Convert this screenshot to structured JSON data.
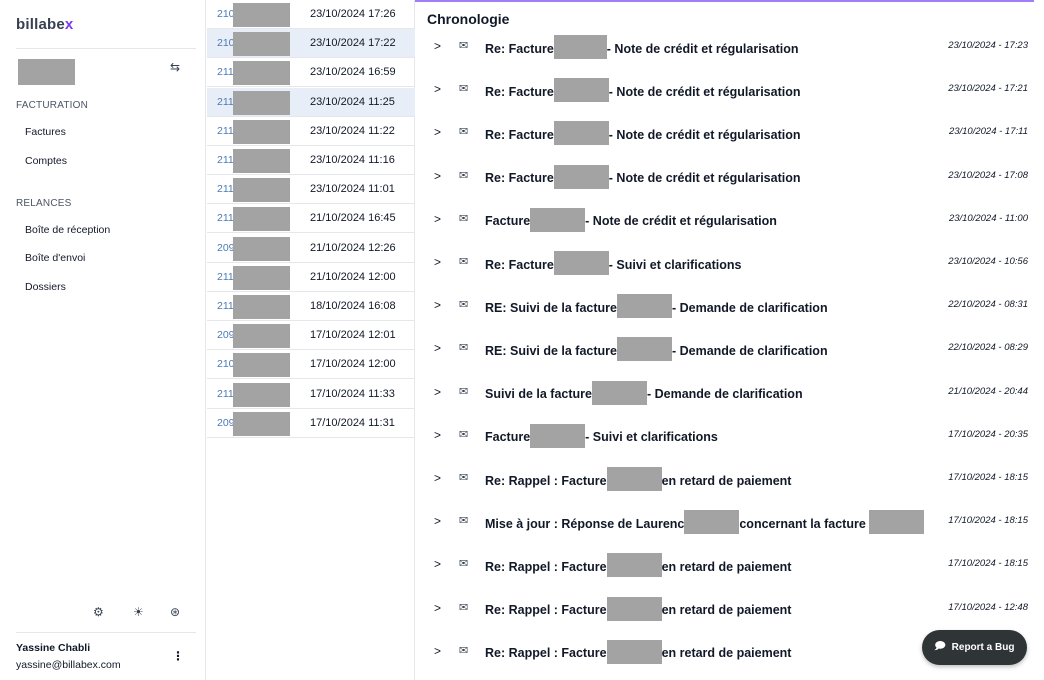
{
  "app": {
    "logo_main": "billabe",
    "logo_accent": "x"
  },
  "sidebar": {
    "swap_icon": "⇆",
    "sections": [
      {
        "title": "FACTURATION",
        "items": [
          "Factures",
          "Comptes"
        ]
      },
      {
        "title": "RELANCES",
        "items": [
          "Boîte de réception",
          "Boîte d'envoi",
          "Dossiers"
        ]
      }
    ],
    "bottom_icons": [
      {
        "name": "settings-icon",
        "glyph": "⚙"
      },
      {
        "name": "theme-icon",
        "glyph": "☀"
      },
      {
        "name": "globe-icon",
        "glyph": "⊛"
      }
    ],
    "user": {
      "name": "Yassine Chabli",
      "email": "yassine@billabex.com",
      "menu": "⋮"
    }
  },
  "list": {
    "rows": [
      {
        "id": "210",
        "date": "23/10/2024 17:26",
        "selected": false
      },
      {
        "id": "210",
        "date": "23/10/2024 17:22",
        "selected": true
      },
      {
        "id": "211",
        "date": "23/10/2024 16:59",
        "selected": false
      },
      {
        "id": "211",
        "date": "23/10/2024 11:25",
        "selected": true
      },
      {
        "id": "211",
        "date": "23/10/2024 11:22",
        "selected": false
      },
      {
        "id": "211",
        "date": "23/10/2024 11:16",
        "selected": false
      },
      {
        "id": "211",
        "date": "23/10/2024 11:01",
        "selected": false
      },
      {
        "id": "211",
        "date": "21/10/2024 16:45",
        "selected": false
      },
      {
        "id": "209",
        "date": "21/10/2024 12:26",
        "selected": false
      },
      {
        "id": "211",
        "date": "21/10/2024 12:00",
        "selected": false
      },
      {
        "id": "211",
        "date": "18/10/2024 16:08",
        "selected": false
      },
      {
        "id": "209",
        "date": "17/10/2024 12:01",
        "selected": false
      },
      {
        "id": "210",
        "date": "17/10/2024 12:00",
        "selected": false
      },
      {
        "id": "211",
        "date": "17/10/2024 11:33",
        "selected": false
      },
      {
        "id": "209",
        "date": "17/10/2024 11:31",
        "selected": false
      }
    ]
  },
  "timeline": {
    "title": "Chronologie",
    "items": [
      {
        "pre": "Re: Facture ",
        "post": "- Note de crédit et régularisation",
        "date": "23/10/2024 - 17:23"
      },
      {
        "pre": "Re: Facture",
        "post": "- Note de crédit et régularisation",
        "date": "23/10/2024 - 17:21"
      },
      {
        "pre": "Re: Facture",
        "post": " - Note de crédit et régularisation",
        "date": "23/10/2024 - 17:11"
      },
      {
        "pre": "Re: Facture",
        "post": " - Note de crédit et régularisation",
        "date": "23/10/2024 - 17:08"
      },
      {
        "pre": "Facture ",
        "post": " - Note de crédit et régularisation",
        "date": "23/10/2024 - 11:00"
      },
      {
        "pre": "Re: Facture",
        "post": " - Suivi et clarifications",
        "date": "23/10/2024 - 10:56"
      },
      {
        "pre": "RE: Suivi de la facture ",
        "post": "- Demande de clarification",
        "date": "22/10/2024 - 08:31"
      },
      {
        "pre": "RE: Suivi de la facture",
        "post": " - Demande de clarification",
        "date": "22/10/2024 - 08:29"
      },
      {
        "pre": "Suivi de la facture",
        "post": " - Demande de clarification",
        "date": "21/10/2024 - 20:44"
      },
      {
        "pre": "Facture",
        "post": " - Suivi et clarifications",
        "date": "17/10/2024 - 20:35"
      },
      {
        "pre": "Re: Rappel : Facture",
        "post": " en retard de paiement",
        "date": "17/10/2024 - 18:15"
      },
      {
        "pre": "Mise à jour : Réponse de Laurenc",
        "post": " concernant la facture",
        "date": "17/10/2024 - 18:15",
        "post2": true
      },
      {
        "pre": "Re: Rappel : Facture",
        "post": " en retard de paiement",
        "date": "17/10/2024 - 18:15"
      },
      {
        "pre": "Re: Rappel : Facture",
        "post": " en retard de paiement",
        "date": "17/10/2024 - 12:48"
      },
      {
        "pre": "Re: Rappel : Facture",
        "post": " en retard de paiement",
        "date": ""
      }
    ]
  },
  "bug_button": {
    "icon": "🗩",
    "label": "Report a Bug"
  },
  "colors": {
    "accent": "#7c3aed",
    "link": "#4b7ab5",
    "selected_row": "#e8eef8",
    "redaction": "#a3a3a3"
  }
}
